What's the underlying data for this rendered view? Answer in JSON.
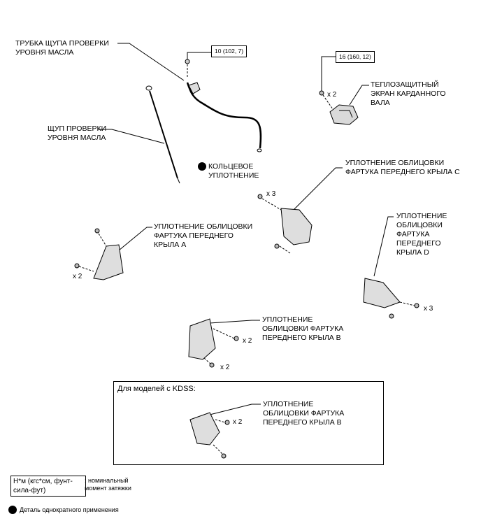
{
  "labels": {
    "dipstick_tube": "ТРУБКА ЩУПА ПРОВЕРКИ\nУРОВНЯ МАСЛА",
    "dipstick": "ЩУП ПРОВЕРКИ\nУРОВНЯ МАСЛА",
    "o_ring": "КОЛЬЦЕВОЕ\nУПЛОТНЕНИЕ",
    "heat_shield": "ТЕПЛОЗАЩИТНЫЙ\nЭКРАН КАРДАННОГО\nВАЛА",
    "seal_c": "УПЛОТНЕНИЕ ОБЛИЦОВКИ\nФАРТУКА ПЕРЕДНЕГО КРЫЛА C",
    "seal_a": "УПЛОТНЕНИЕ ОБЛИЦОВКИ\nФАРТУКА ПЕРЕДНЕГО\nКРЫЛА A",
    "seal_d": "УПЛОТНЕНИЕ\nОБЛИЦОВКИ\nФАРТУКА\nПЕРЕДНЕГО\nКРЫЛА D",
    "seal_b": "УПЛОТНЕНИЕ\nОБЛИЦОВКИ ФАРТУКА\nПЕРЕДНЕГО КРЫЛА B",
    "seal_b_kdss": "УПЛОТНЕНИЕ\nОБЛИЦОВКИ ФАРТУКА\nПЕРЕДНЕГО КРЫЛА B"
  },
  "torques": {
    "tube_bolt": "10 (102, 7)",
    "shield_bolt": "16 (160, 12)"
  },
  "quantities": {
    "shield": "x 2",
    "seal_c": "x 3",
    "seal_a": "x 2",
    "seal_d": "x 3",
    "seal_b_top": "x 2",
    "seal_b_bottom": "x 2",
    "kdss": "x 2"
  },
  "kdss_title": "Для моделей с KDSS:",
  "legend": {
    "units": "Н*м (кгс*см, фунт-\nсила-фут)",
    "units_desc": ": номинальный\nмомент затяжки",
    "non_reusable": "Деталь однократного применения"
  }
}
